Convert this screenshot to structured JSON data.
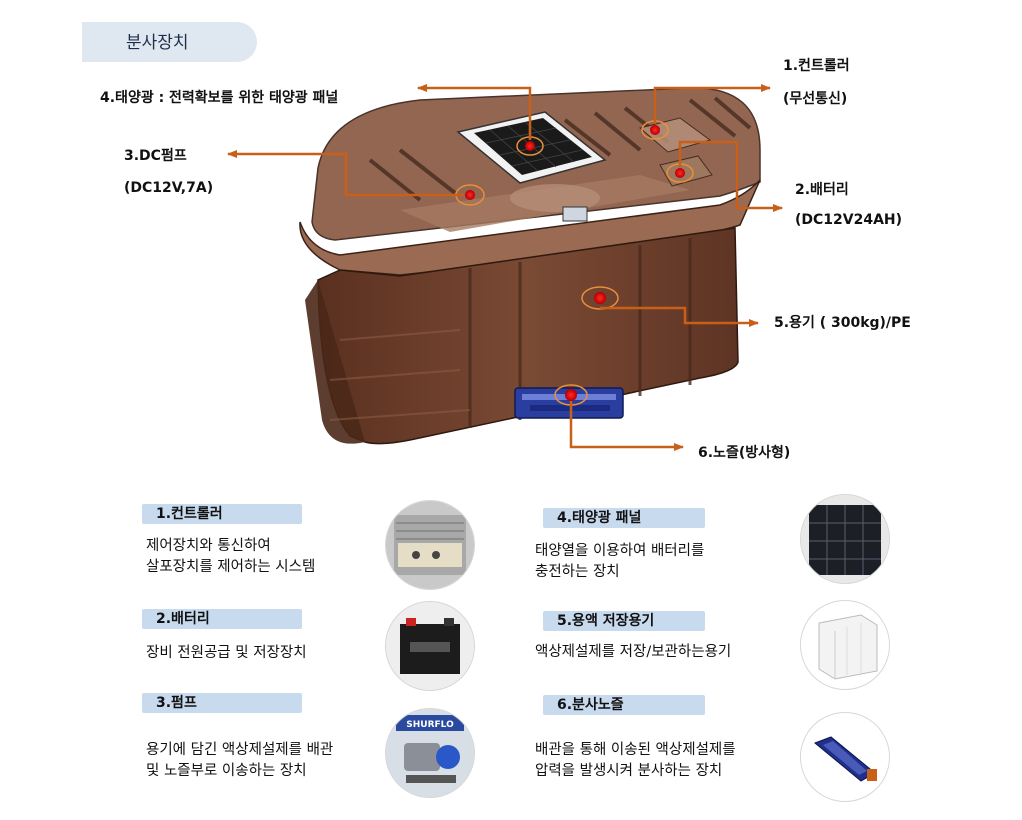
{
  "section_tab": "분사장치",
  "callouts": {
    "solar": "4.태양광 : 전력확보를 위한 태양광 패널",
    "controller_1": "1.컨트롤러",
    "controller_2": "(무선통신)",
    "pump_1": "3.DC펌프",
    "pump_2": "(DC12V,7A)",
    "battery_1": "2.배터리",
    "battery_2": "(DC12V24AH)",
    "container": "5.용기 ( 300kg)/PE",
    "nozzle": "6.노즐(방사형)"
  },
  "components": [
    {
      "label": "1.컨트롤러",
      "desc_1": "제어장치와 통신하여",
      "desc_2": "살포장치를 제어하는 시스템",
      "icon": "controller-photo"
    },
    {
      "label": "2.배터리",
      "desc_1": "장비 전원공급 및 저장장치",
      "desc_2": "",
      "icon": "battery-photo"
    },
    {
      "label": "3.펌프",
      "desc_1": "용기에 담긴 액상제설제를 배관",
      "desc_2": "및 노즐부로 이송하는 장치",
      "icon": "pump-photo"
    },
    {
      "label": "4.태양광 패널",
      "desc_1": "태양열을 이용하여 배터리를",
      "desc_2": "충전하는 장치",
      "icon": "solar-panel-photo"
    },
    {
      "label": "5.용액 저장용기",
      "desc_1": "액상제설제를 저장/보관하는용기",
      "desc_2": "",
      "icon": "tank-photo"
    },
    {
      "label": "6.분사노즐",
      "desc_1": "배관을 통해 이송된 액상제설제를",
      "desc_2": "압력을 발생시켜 분사하는 장치",
      "icon": "nozzle-photo"
    }
  ],
  "pump_brand": "SHURFLO",
  "colors": {
    "arrow": "#c8601a",
    "dot": "#e02020",
    "tank": "#6e3f2a",
    "label_bg": "#c8daee",
    "tab_bg": "#dfe7f1"
  }
}
